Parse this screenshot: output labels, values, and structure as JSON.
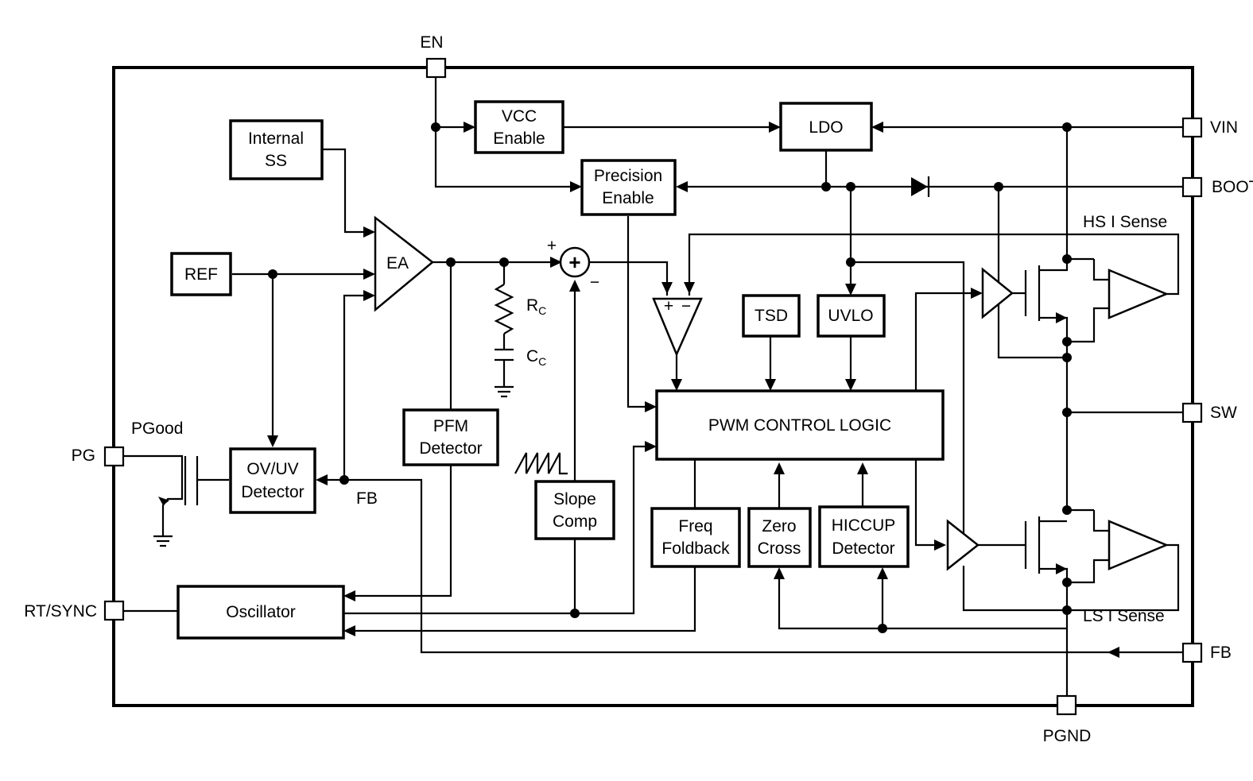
{
  "pins": {
    "en": "EN",
    "vin": "VIN",
    "boot": "BOOT",
    "sw": "SW",
    "fb": "FB",
    "pgnd": "PGND",
    "pg": "PG",
    "rtsync": "RT/SYNC"
  },
  "blocks": {
    "internal_ss": [
      "Internal",
      "SS"
    ],
    "vcc_enable": [
      "VCC",
      "Enable"
    ],
    "ldo": "LDO",
    "precision_enable": [
      "Precision",
      "Enable"
    ],
    "ref": "REF",
    "ea": "EA",
    "tsd": "TSD",
    "uvlo": "UVLO",
    "pwm": "PWM CONTROL LOGIC",
    "pfm": [
      "PFM",
      "Detector"
    ],
    "ovuv": [
      "OV/UV",
      "Detector"
    ],
    "slope": [
      "Slope",
      "Comp"
    ],
    "freq": [
      "Freq",
      "Foldback"
    ],
    "zero": [
      "Zero",
      "Cross"
    ],
    "hiccup": [
      "HICCUP",
      "Detector"
    ],
    "oscillator": "Oscillator"
  },
  "labels": {
    "pgood": "PGood",
    "fb_internal": "FB",
    "hs_sense": "HS I Sense",
    "ls_sense": "LS I Sense",
    "rc_main": "R",
    "rc_sub": "C",
    "cc_main": "C",
    "cc_sub": "C",
    "plus": "+",
    "minus": "−",
    "comp_plus": "+",
    "comp_minus": "−",
    "sum": "+"
  }
}
